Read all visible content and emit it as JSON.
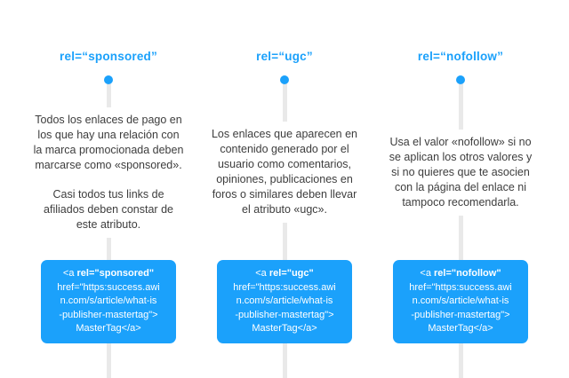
{
  "theme": {
    "accent": "#1ba1fb",
    "line_color": "#e9e9e9",
    "text_color": "#3d3d3d"
  },
  "columns": [
    {
      "heading": "rel=“sponsored”",
      "paragraphs": [
        "Todos los enlaces de pago en los que hay una relación con la marca promocionada deben marcarse como «sponsored».",
        "Casi todos tus links de afiliados deben constar de este atributo."
      ],
      "code": {
        "open": "<a ",
        "rel": "rel=\"sponsored\"",
        "lines": [
          "href=\"https:success.awi",
          "n.com/s/article/what-is",
          "-publisher-mastertag\">",
          "MasterTag</a>"
        ]
      }
    },
    {
      "heading": "rel=“ugc”",
      "paragraphs": [
        "Los enlaces que aparecen en contenido generado por el usuario como comentarios, opiniones, publicaciones en foros o similares deben llevar el atributo «ugc»."
      ],
      "code": {
        "open": "<a ",
        "rel": "rel=\"ugc\"",
        "lines": [
          "href=\"https:success.awi",
          "n.com/s/article/what-is",
          "-publisher-mastertag\">",
          "MasterTag</a>"
        ]
      }
    },
    {
      "heading": "rel=“nofollow”",
      "paragraphs": [
        "Usa el valor «nofollow» si no se aplican los otros valores y si no quieres que te asocien con la página del enlace ni tampoco recomendarla."
      ],
      "code": {
        "open": "<a ",
        "rel": "rel=\"nofollow\"",
        "lines": [
          "href=\"https:success.awi",
          "n.com/s/article/what-is",
          "-publisher-mastertag\">",
          "MasterTag</a>"
        ]
      }
    }
  ]
}
